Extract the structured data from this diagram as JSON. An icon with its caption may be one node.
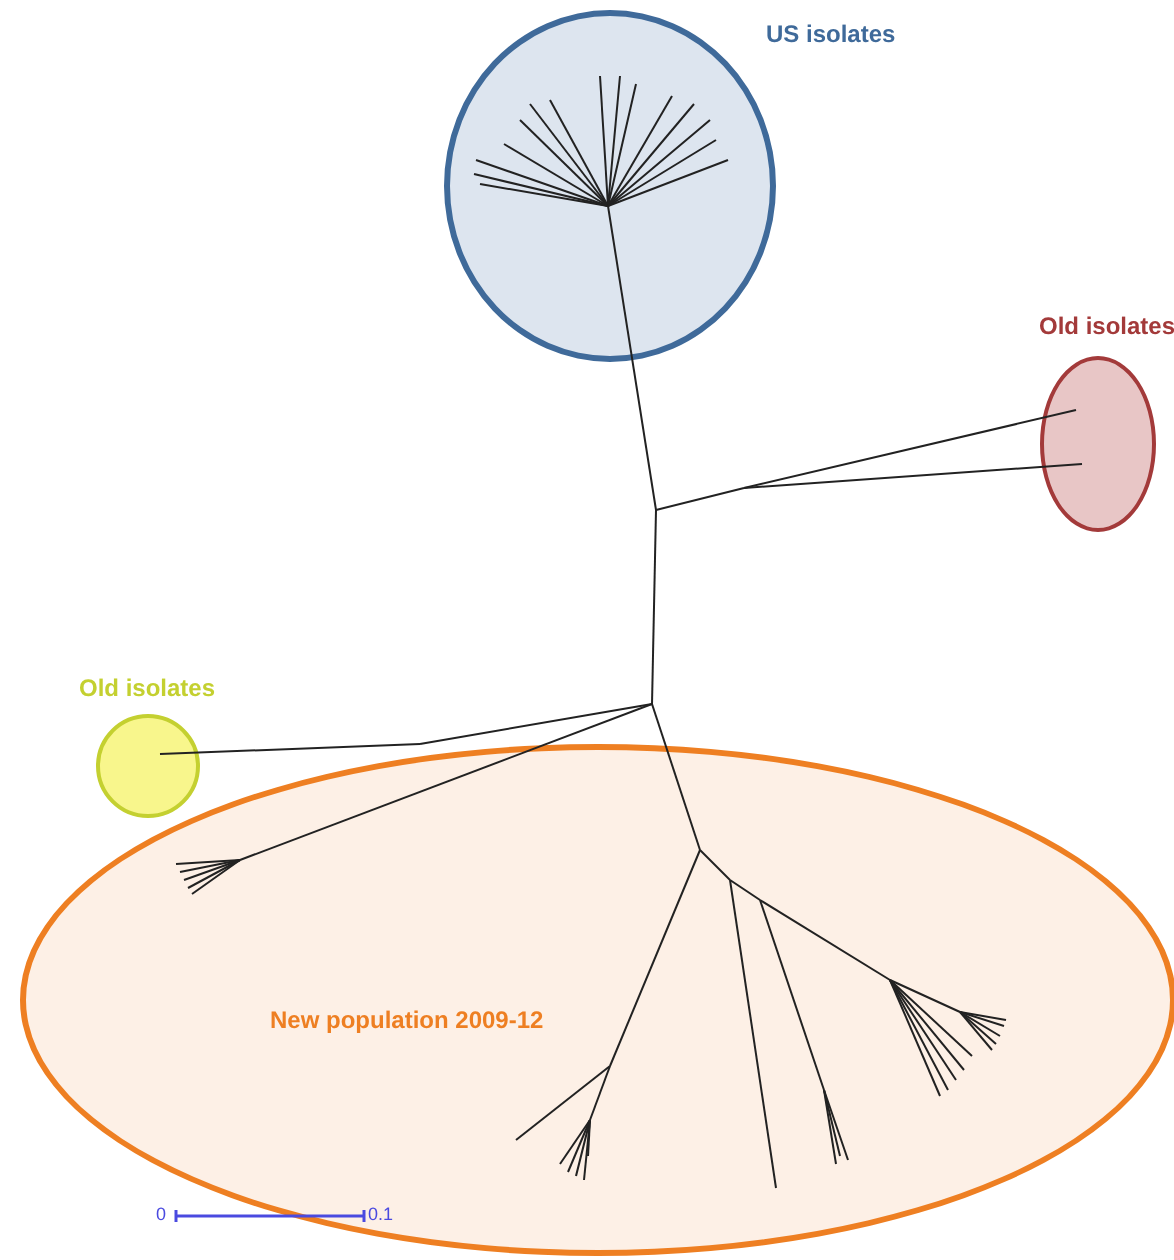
{
  "diagram": {
    "nodes": [
      {
        "text": [
          "US isolates"
        ]
      },
      {
        "text": [
          "Old isolates"
        ]
      },
      {
        "text": [
          "Old isolates"
        ]
      },
      {
        "text": [
          "New population 2009-12"
        ]
      }
    ],
    "labels": [
      "0",
      "0.1"
    ]
  }
}
